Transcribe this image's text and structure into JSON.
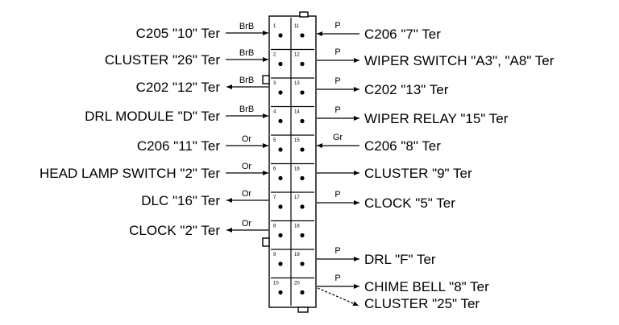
{
  "left_connections": [
    {
      "label": "C205 \"10\" Ter",
      "wire": "BrB",
      "pin": "1",
      "dir": "in"
    },
    {
      "label": "CLUSTER \"26\" Ter",
      "wire": "BrB",
      "pin": "2",
      "dir": "in"
    },
    {
      "label": "C202 \"12\" Ter",
      "wire": "BrB",
      "pin": "3",
      "dir": "out"
    },
    {
      "label": "DRL MODULE \"D\" Ter",
      "wire": "BrB",
      "pin": "4",
      "dir": "in"
    },
    {
      "label": "C206 \"11\" Ter",
      "wire": "Or",
      "pin": "5",
      "dir": "in"
    },
    {
      "label": "HEAD LAMP SWITCH \"2\" Ter",
      "wire": "Or",
      "pin": "6",
      "dir": "in"
    },
    {
      "label": "DLC \"16\" Ter",
      "wire": "Or",
      "pin": "7",
      "dir": "out"
    },
    {
      "label": "CLOCK \"2\" Ter",
      "wire": "Or",
      "pin": "8",
      "dir": "out"
    }
  ],
  "right_connections": [
    {
      "label": "C206 \"7\" Ter",
      "wire": "P",
      "pin": "11",
      "dir": "in"
    },
    {
      "label": "WIPER SWITCH \"A3\", \"A8\" Ter",
      "wire": "P",
      "pin": "12",
      "dir": "out"
    },
    {
      "label": "C202 \"13\" Ter",
      "wire": "P",
      "pin": "13",
      "dir": "out"
    },
    {
      "label": "WIPER RELAY \"15\" Ter",
      "wire": "P",
      "pin": "14",
      "dir": "out"
    },
    {
      "label": "C206 \"8\" Ter",
      "wire": "Gr",
      "pin": "15",
      "dir": "in"
    },
    {
      "label": "CLUSTER \"9\" Ter",
      "wire": "",
      "pin": "16",
      "dir": "out"
    },
    {
      "label": "CLOCK \"5\" Ter",
      "wire": "P",
      "pin": "17",
      "dir": "out"
    },
    {
      "label": "DRL \"F\" Ter",
      "wire": "P",
      "pin": "19",
      "dir": "out"
    },
    {
      "label": "CHIME BELL \"8\" Ter",
      "wire": "P",
      "pin": "20",
      "dir": "out"
    },
    {
      "label": "CLUSTER \"25\" Ter",
      "wire": "",
      "pin": "20",
      "dir": "out"
    }
  ],
  "connector": {
    "left_pins": [
      "1",
      "2",
      "3",
      "4",
      "5",
      "6",
      "7",
      "8",
      "9",
      "10"
    ],
    "right_pins": [
      "11",
      "12",
      "13",
      "14",
      "15",
      "16",
      "17",
      "18",
      "19",
      "20"
    ]
  }
}
